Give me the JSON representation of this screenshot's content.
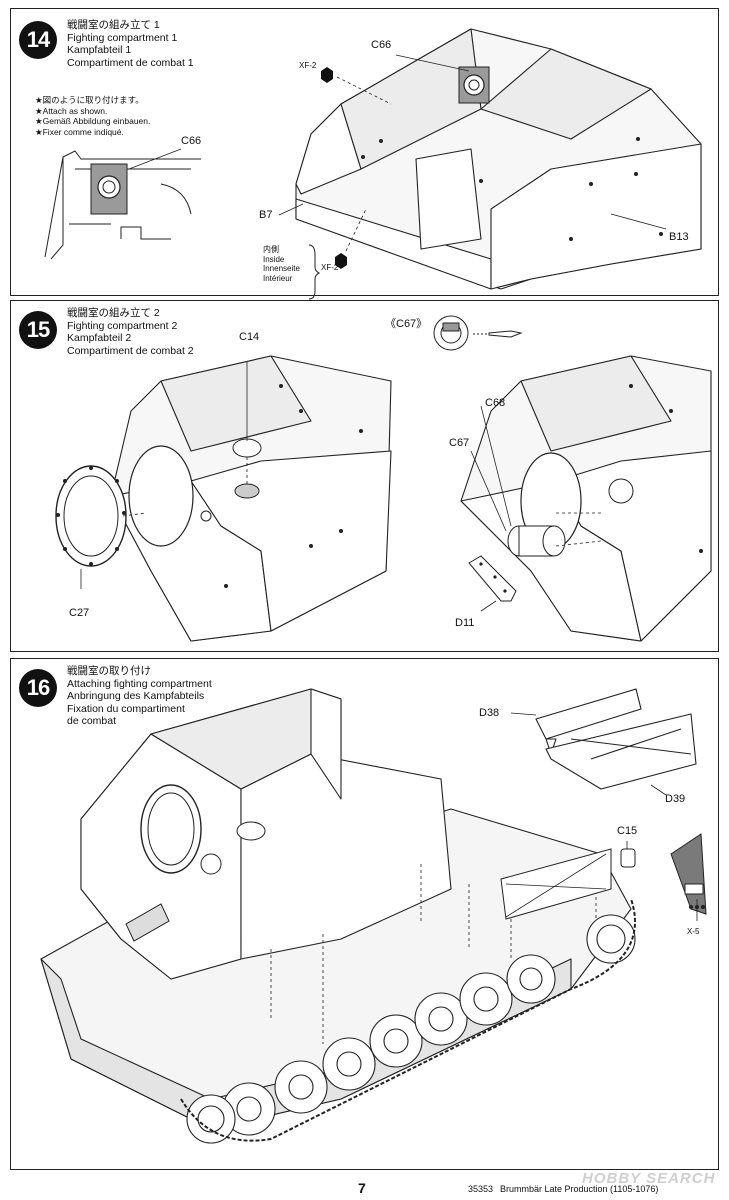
{
  "step14": {
    "number": "14",
    "title_ja": "戦闘室の組み立て 1",
    "title_en": "Fighting compartment 1",
    "title_de": "Kampfabteil 1",
    "title_fr": "Compartiment de combat 1",
    "note_ja": "★図のように取り付けます。",
    "note_en": "★Attach as shown.",
    "note_de": "★Gemäß Abbildung einbauen.",
    "note_fr": "★Fixer comme indiqué.",
    "labels": {
      "c66_inset": "C66",
      "c66": "C66",
      "xf2_top": "XF-2",
      "b7": "B7",
      "b13": "B13",
      "xf2_bottom": "XF-2"
    },
    "inside_ja": "内側",
    "inside_en": "Inside",
    "inside_de": "Innenseite",
    "inside_fr": "Intérieur"
  },
  "step15": {
    "number": "15",
    "title_ja": "戦闘室の組み立て 2",
    "title_en": "Fighting compartment 2",
    "title_de": "Kampfabteil 2",
    "title_fr": "Compartiment de combat 2",
    "labels": {
      "c67_detail": "《C67》",
      "c14": "C14",
      "c68": "C68",
      "c67": "C67",
      "c27": "C27",
      "d11": "D11"
    }
  },
  "step16": {
    "number": "16",
    "title_ja": "戦闘室の取り付け",
    "title_en": "Attaching fighting compartment",
    "title_de": "Anbringung des Kampfabteils",
    "title_fr1": "Fixation du compartiment",
    "title_fr2": "de combat",
    "labels": {
      "d38": "D38",
      "d39": "D39",
      "c15": "C15",
      "x5": "X-5"
    }
  },
  "footer": {
    "page_number": "7",
    "kit_code": "35353",
    "kit_name": "Brummbär Late Production (1105-1076)",
    "watermark": "HOBBY SEARCH"
  }
}
